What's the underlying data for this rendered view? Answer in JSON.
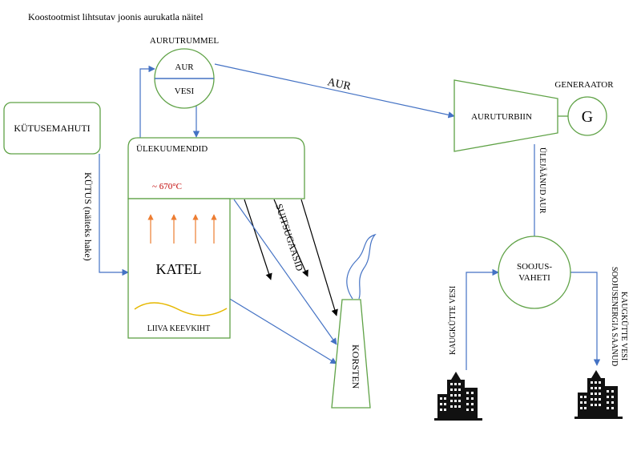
{
  "diagram": {
    "title": "Koostootmist lihtsutav joonis aurukatla näitel",
    "drum": {
      "label": "AURUTRUMMEL",
      "top": "AUR",
      "bottom": "VESI"
    },
    "fuel_tank": "KÜTUSEMAHUTI",
    "fuel_flow": "KÜTUS (näiteks hake)",
    "superheaters": "ÜLEKUUMENDID",
    "temperature": "~ 670°C",
    "boiler": "KATEL",
    "fluid_bed": "LIIVA KEEVKIHT",
    "flue_gas": "SUITSUGAASID",
    "chimney": "KORSTEN",
    "steam_flow": "AUR",
    "turbine": "AURUTURBIIN",
    "generator_label": "GENERAATOR",
    "generator_symbol": "G",
    "exhaust_steam": "ÜLEJÄÄNUD AUR",
    "heat_exchanger": {
      "line1": "SOOJUS-",
      "line2": "VAHETI"
    },
    "return_water": "KAUGKÜTTE VESI",
    "supply_water": {
      "line1": "SOOJUSENERGIA SAANUD",
      "line2": "KAUGKÜTTE VESI"
    }
  },
  "colors": {
    "box_outline": "#5fa246",
    "flow_line": "#4472c4",
    "heat_arrow": "#ed7d31",
    "fluid_bed_wave": "#e6b800",
    "temperature_text": "#c00000"
  }
}
